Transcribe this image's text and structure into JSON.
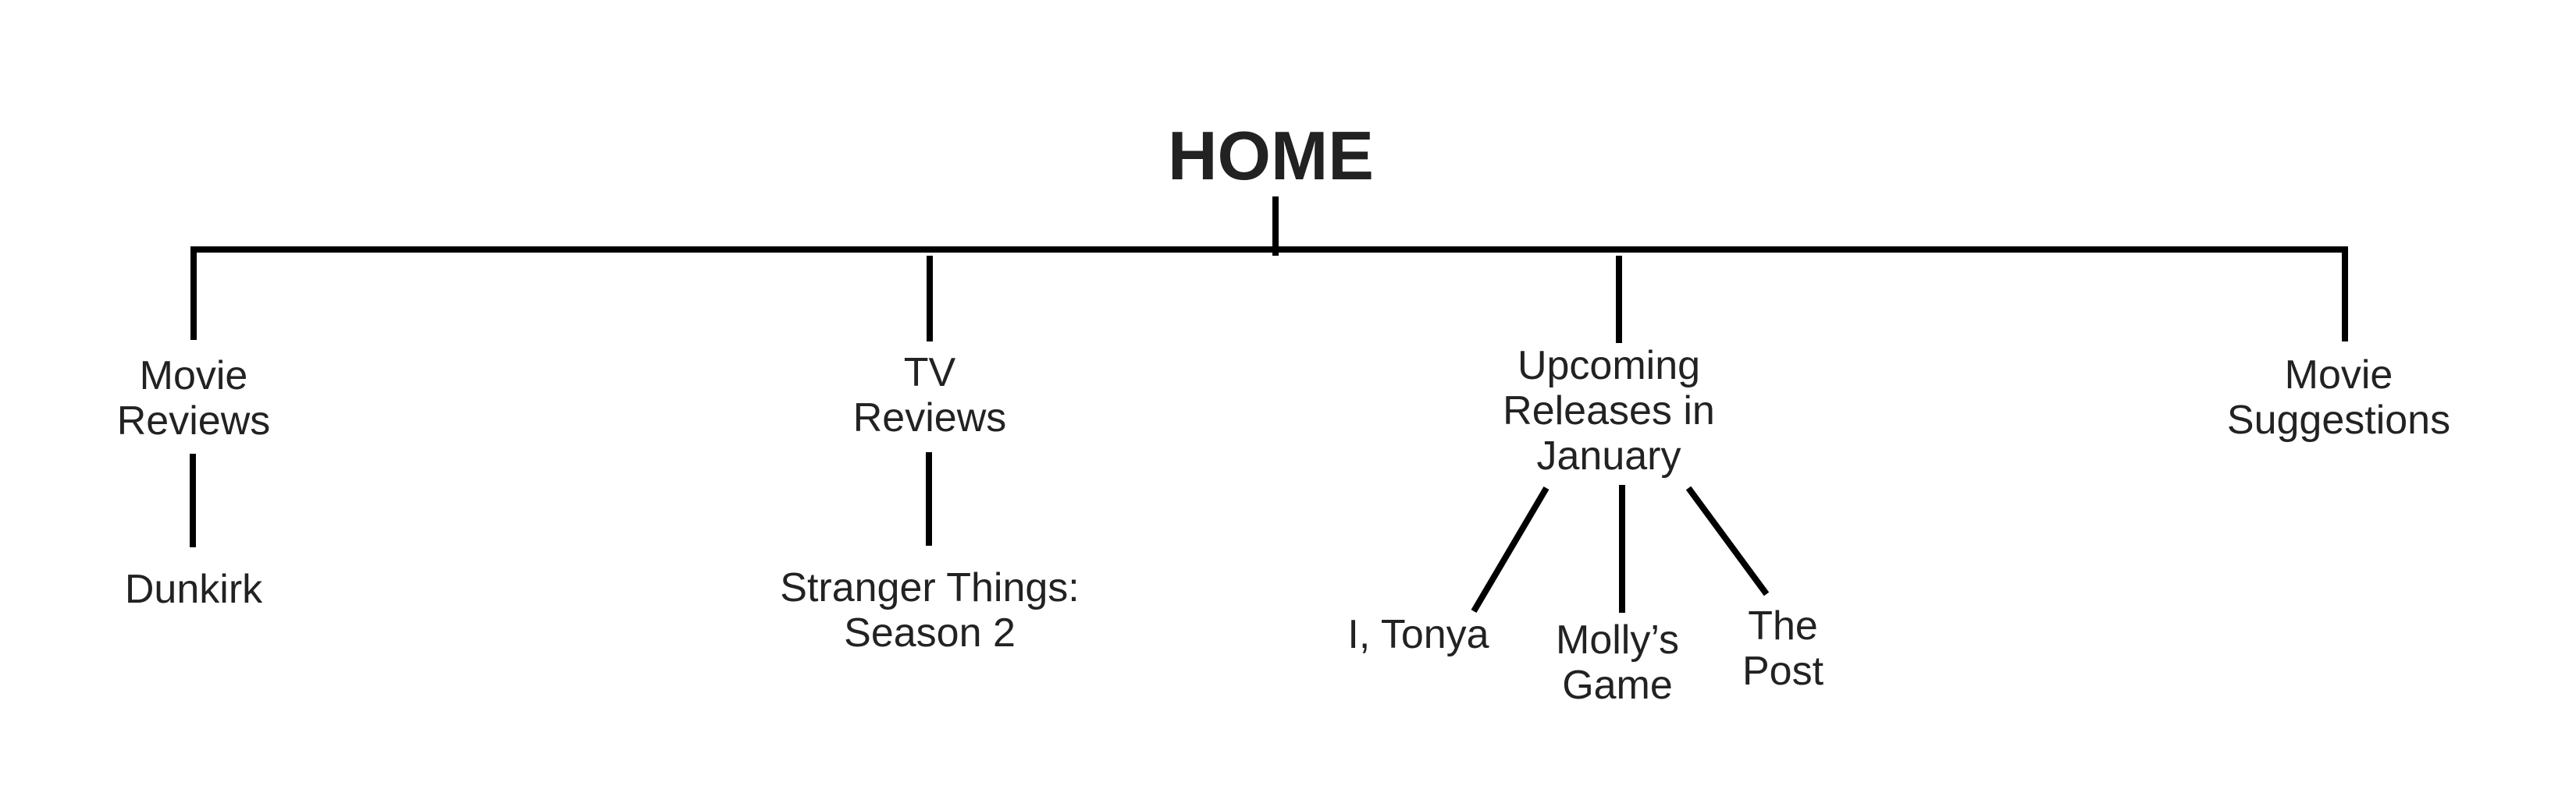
{
  "root": {
    "label": "HOME"
  },
  "branches": {
    "movie_reviews": {
      "label_lines": [
        "Movie",
        "Reviews"
      ],
      "children": {
        "dunkirk": {
          "label_lines": [
            "Dunkirk"
          ]
        }
      }
    },
    "tv_reviews": {
      "label_lines": [
        "TV",
        "Reviews"
      ],
      "children": {
        "stranger_things": {
          "label_lines": [
            "Stranger Things:",
            "Season 2"
          ]
        }
      }
    },
    "upcoming_releases": {
      "label_lines": [
        "Upcoming",
        "Releases in",
        "January"
      ],
      "children": {
        "i_tonya": {
          "label_lines": [
            "I, Tonya"
          ]
        },
        "mollys_game": {
          "label_lines": [
            "Molly’s",
            "Game"
          ]
        },
        "the_post": {
          "label_lines": [
            "The",
            "Post"
          ]
        }
      }
    },
    "movie_suggestions": {
      "label_lines": [
        "Movie",
        "Suggestions"
      ]
    }
  },
  "colors": {
    "line": "#000000",
    "text": "#222222",
    "background": "#ffffff"
  }
}
